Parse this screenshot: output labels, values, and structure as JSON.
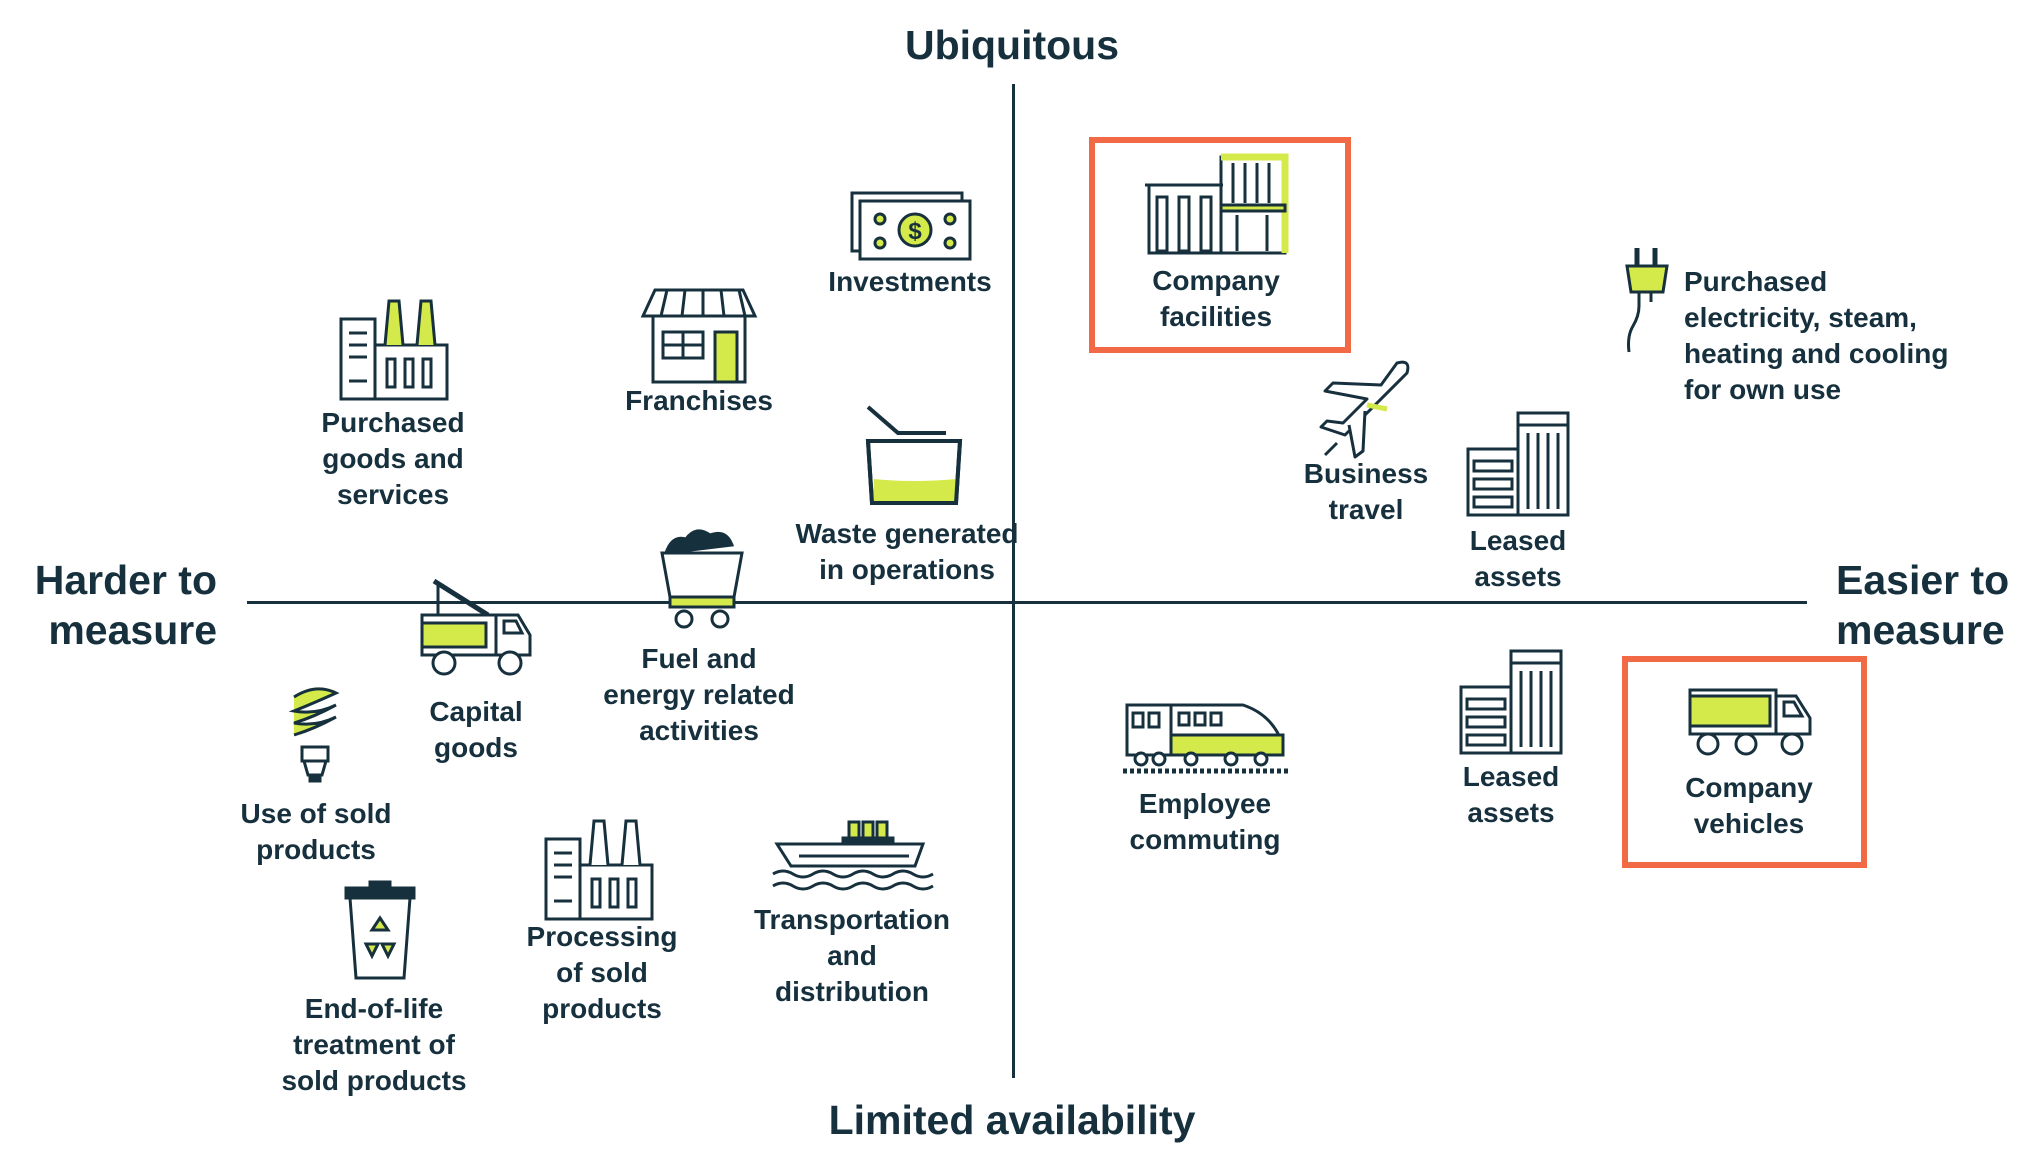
{
  "axes": {
    "top": "Ubiquitous",
    "bottom": "Limited availability",
    "left": "Harder to\nmeasure",
    "right": "Easier to\nmeasure"
  },
  "colors": {
    "ink": "#17303d",
    "accent": "#d4e94a",
    "highlight": "#f26a45"
  },
  "items": {
    "investments": {
      "label": "Investments",
      "icon": "money-icon"
    },
    "company_facilities": {
      "label": "Company\nfacilities",
      "icon": "building-icon",
      "highlighted": true
    },
    "purchased_electricity": {
      "label": "Purchased\nelectricity, steam,\nheating and cooling\nfor own use",
      "icon": "plug-icon"
    },
    "purchased_goods": {
      "label": "Purchased\ngoods and\nservices",
      "icon": "factory-icon"
    },
    "franchises": {
      "label": "Franchises",
      "icon": "store-icon"
    },
    "waste": {
      "label": "Waste generated\nin operations",
      "icon": "bin-icon"
    },
    "business_travel": {
      "label": "Business\ntravel",
      "icon": "airplane-icon"
    },
    "leased_assets_upstream": {
      "label": "Leased\nassets",
      "icon": "office-building-icon"
    },
    "fuel_energy": {
      "label": "Fuel and\nenergy related\nactivities",
      "icon": "coal-cart-icon"
    },
    "capital_goods": {
      "label": "Capital\ngoods",
      "icon": "crane-truck-icon"
    },
    "use_of_sold": {
      "label": "Use of sold\nproducts",
      "icon": "lightbulb-icon"
    },
    "end_of_life": {
      "label": "End-of-life\ntreatment of\nsold products",
      "icon": "recycle-bin-icon"
    },
    "processing": {
      "label": "Processing\nof sold\nproducts",
      "icon": "factory-icon"
    },
    "transportation": {
      "label": "Transportation\nand\ndistribution",
      "icon": "ship-icon"
    },
    "employee_commuting": {
      "label": "Employee\ncommuting",
      "icon": "train-icon"
    },
    "leased_assets_downstream": {
      "label": "Leased\nassets",
      "icon": "office-building-icon"
    },
    "company_vehicles": {
      "label": "Company\nvehicles",
      "icon": "truck-icon",
      "highlighted": true
    }
  }
}
